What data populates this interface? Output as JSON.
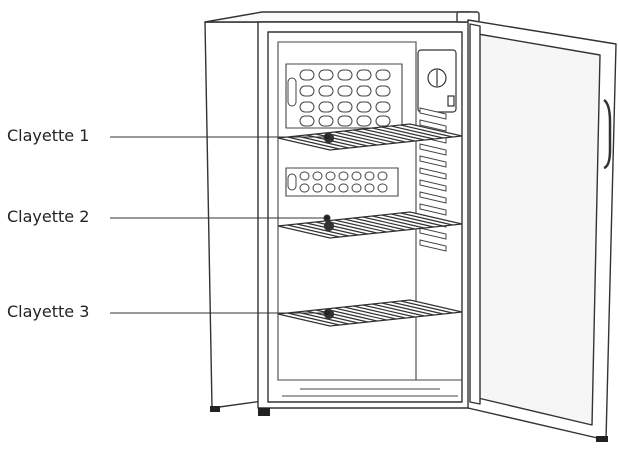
{
  "diagram": {
    "subject": "fridge",
    "colors": {
      "stroke": "#333333",
      "stroke_light": "#555555",
      "fill": "#ffffff",
      "glass": "#f6f6f6",
      "feet": "#222222"
    },
    "callouts": [
      {
        "id": "shelf-1",
        "label": "Clayette 1"
      },
      {
        "id": "shelf-2",
        "label": "Clayette 2"
      },
      {
        "id": "shelf-3",
        "label": "Clayette 3"
      }
    ]
  }
}
